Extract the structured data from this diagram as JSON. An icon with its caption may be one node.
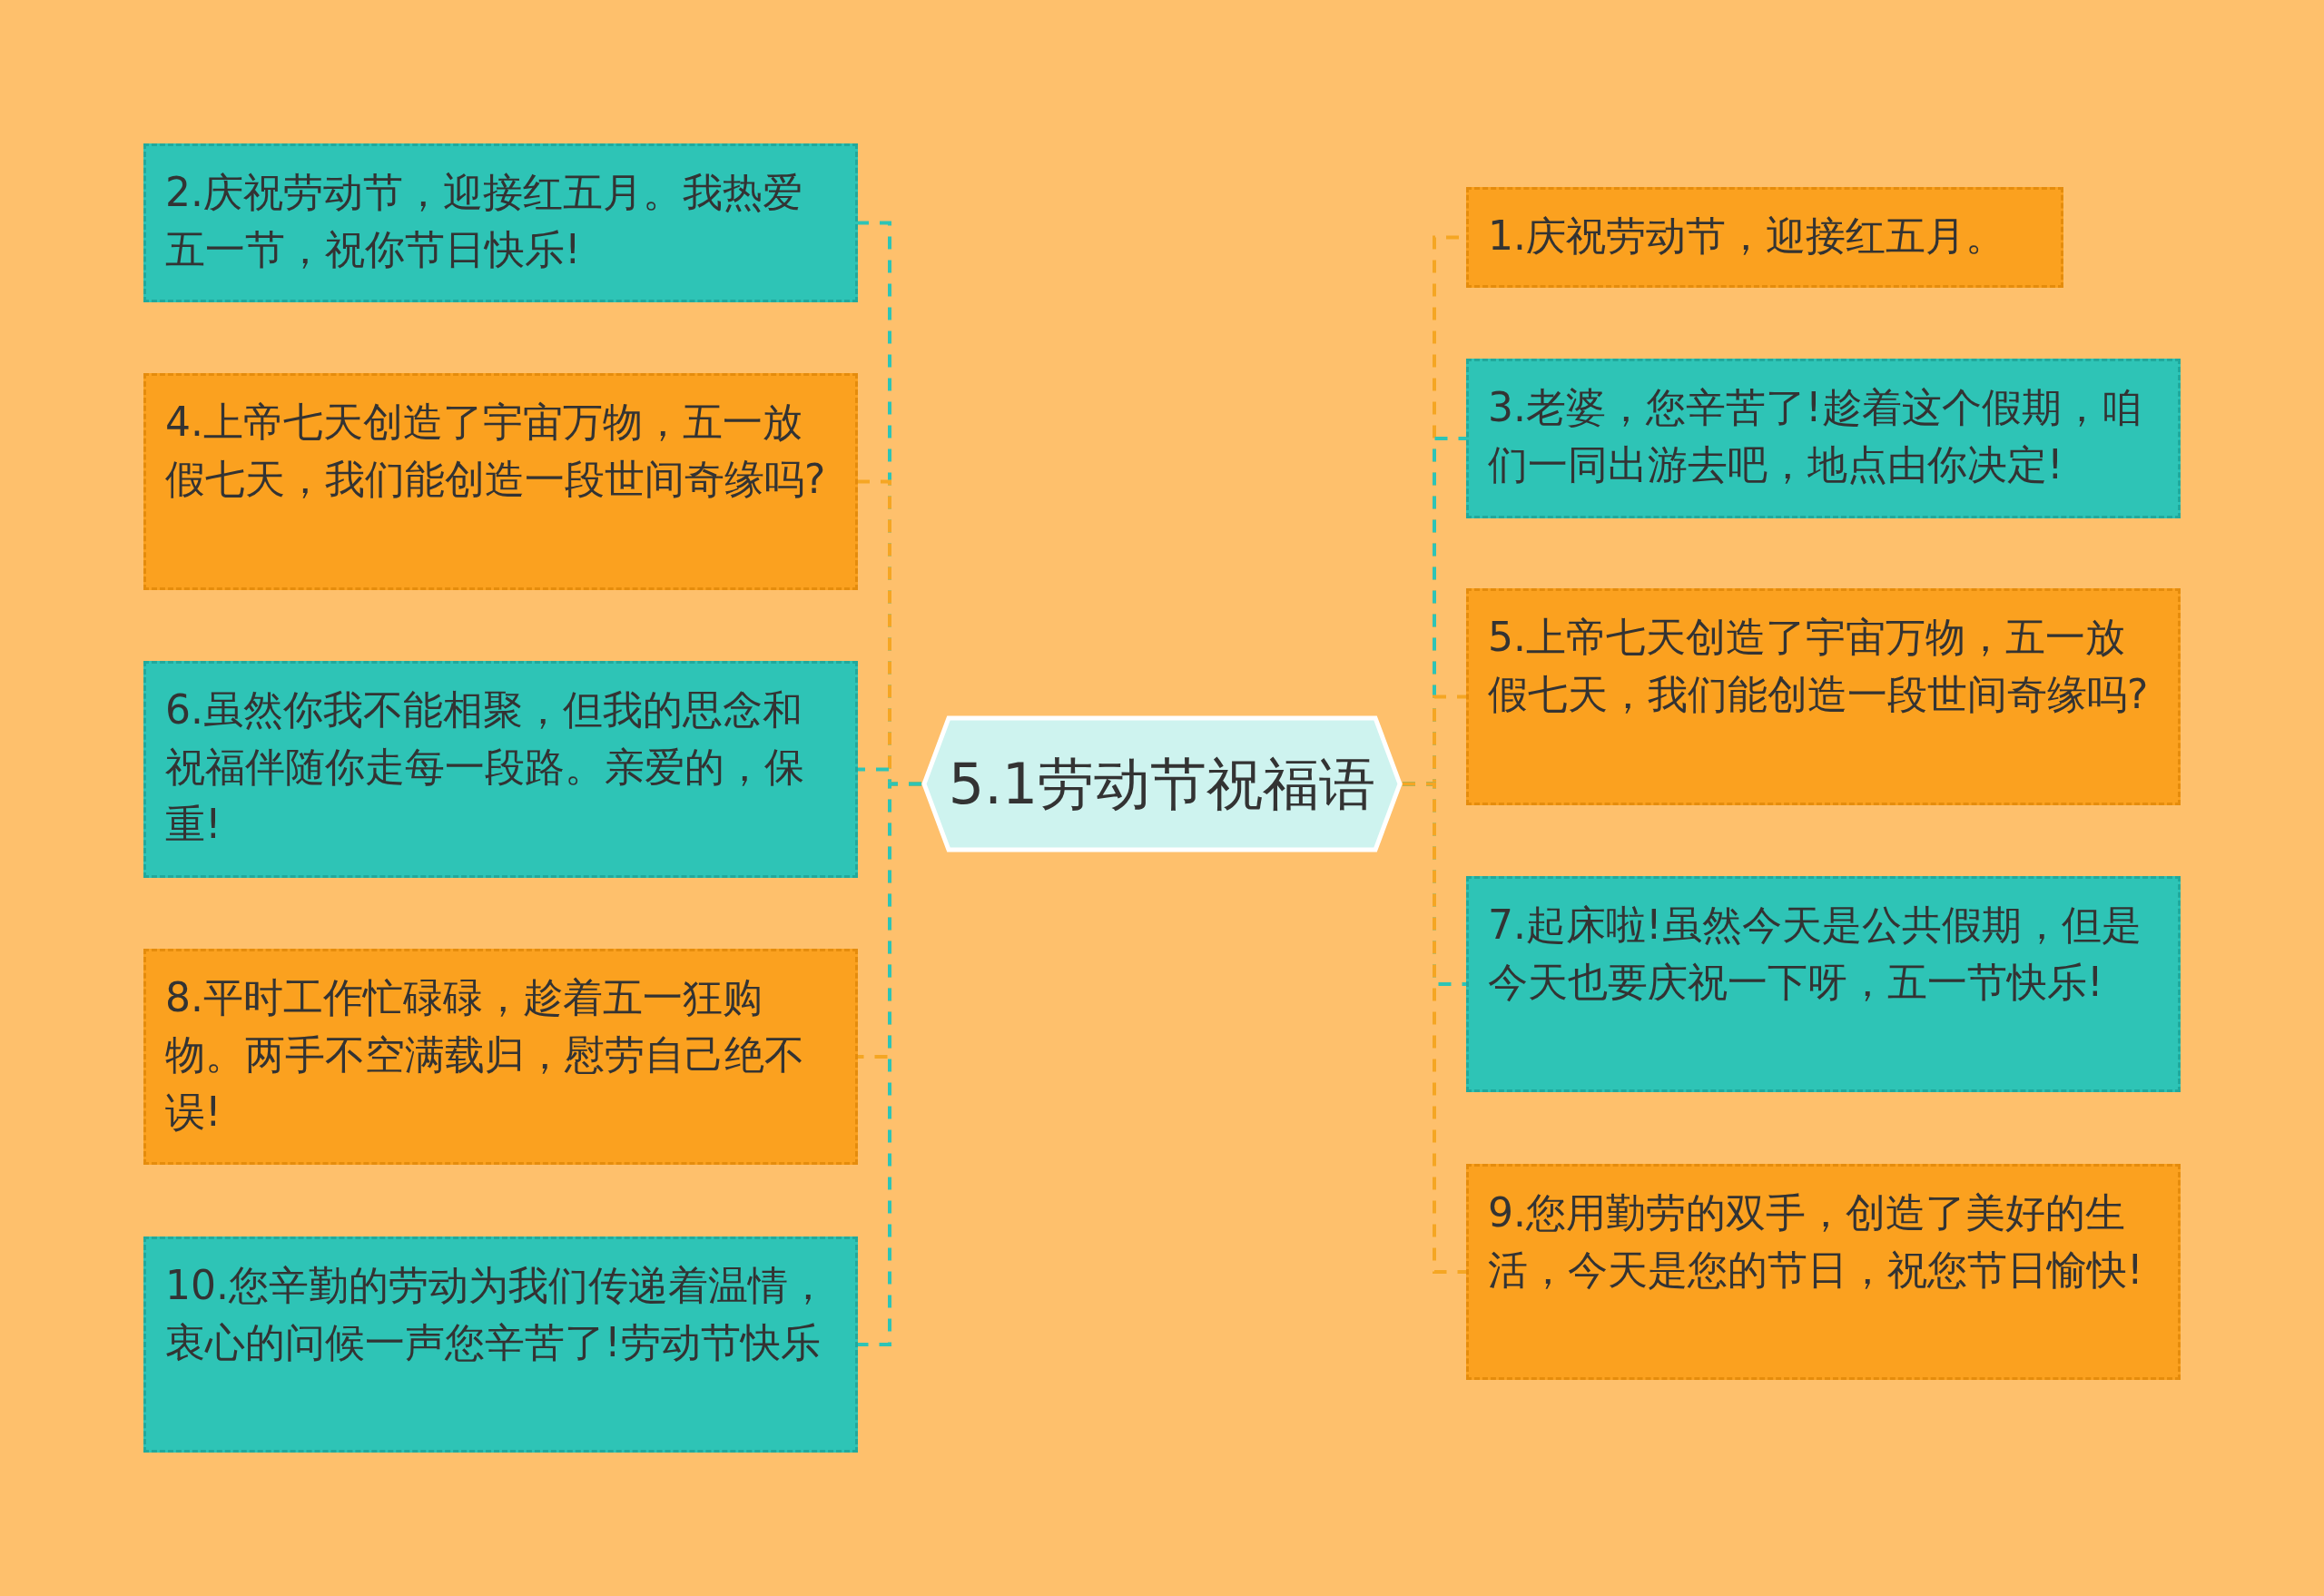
{
  "diagram": {
    "nodes": [
      {
        "text": [
          "5.1劳动节祝福语"
        ]
      },
      {
        "text": [
          "1.庆祝劳动节，迎接红五月。"
        ]
      },
      {
        "text": [
          "2.庆祝劳动节，迎接红五月。我热爱五一节，祝你节日快乐!"
        ]
      },
      {
        "text": [
          "3.老婆，您辛苦了!趁着这个假期，咱们一同出游去吧，地点由你决定!"
        ]
      },
      {
        "text": [
          "4.上帝七天创造了宇宙万物，五一放假七天，我们能创造一段世间奇缘吗?"
        ]
      },
      {
        "text": [
          "5.上帝七天创造了宇宙万物，五一放假七天，我们能创造一段世间奇缘吗?"
        ]
      },
      {
        "text": [
          "6.虽然你我不能相聚，但我的思念和祝福伴随你走每一段路。亲爱的，保重!"
        ]
      },
      {
        "text": [
          "7.起床啦!虽然今天是公共假期，但是今天也要庆祝一下呀，五一节快乐!"
        ]
      },
      {
        "text": [
          "8.平时工作忙碌碌，趁着五一狂购物。两手不空满载归，慰劳自己绝不误!"
        ]
      },
      {
        "text": [
          "9.您用勤劳的双手，创造了美好的生活，今天是您的节日，祝您节日愉快!"
        ]
      },
      {
        "text": [
          "10.您辛勤的劳动为我们传递着温情，衷心的问候一声您辛苦了!劳动节快乐"
        ]
      }
    ],
    "edges": [
      {
        "from": 0,
        "to": 1,
        "arrow": "none",
        "style": "dashed",
        "color": "#f5a623"
      },
      {
        "from": 0,
        "to": 2,
        "arrow": "none",
        "style": "dashed",
        "color": "#2ec4b6"
      },
      {
        "from": 0,
        "to": 3,
        "arrow": "none",
        "style": "dashed",
        "color": "#2ec4b6"
      },
      {
        "from": 0,
        "to": 4,
        "arrow": "none",
        "style": "dashed",
        "color": "#f5a623"
      },
      {
        "from": 0,
        "to": 5,
        "arrow": "none",
        "style": "dashed",
        "color": "#f5a623"
      },
      {
        "from": 0,
        "to": 6,
        "arrow": "none",
        "style": "dashed",
        "color": "#2ec4b6"
      },
      {
        "from": 0,
        "to": 7,
        "arrow": "none",
        "style": "dashed",
        "color": "#2ec4b6"
      },
      {
        "from": 0,
        "to": 8,
        "arrow": "none",
        "style": "dashed",
        "color": "#f5a623"
      },
      {
        "from": 0,
        "to": 9,
        "arrow": "none",
        "style": "dashed",
        "color": "#f5a623"
      },
      {
        "from": 0,
        "to": 10,
        "arrow": "none",
        "style": "dashed",
        "color": "#2ec4b6"
      }
    ]
  }
}
